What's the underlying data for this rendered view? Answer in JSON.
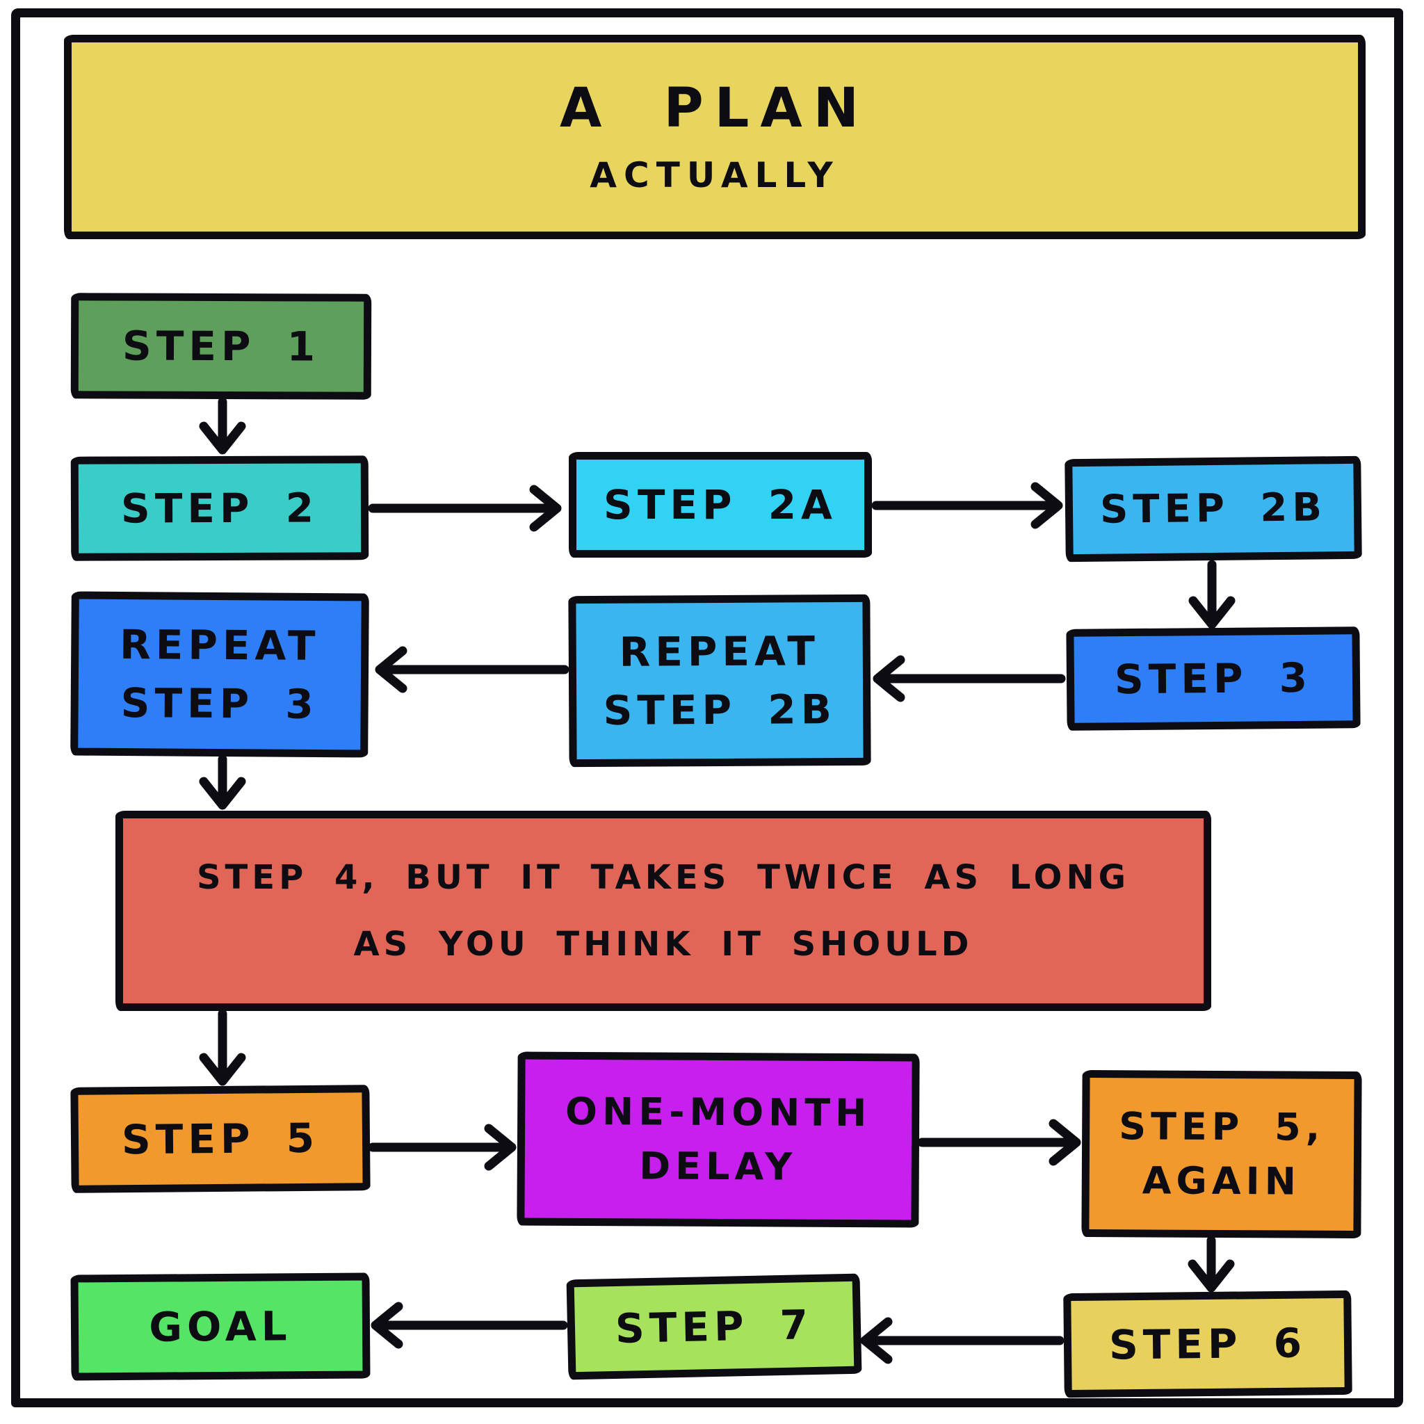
{
  "title": {
    "line1": "A PLAN",
    "line2": "ACTUALLY",
    "color": "#e7d55e"
  },
  "ink_color": "#0d0c12",
  "canvas_bg": "#ffffff",
  "nodes": {
    "step1": {
      "label": "STEP 1",
      "color": "#5f9f5c"
    },
    "step2": {
      "label": "STEP 2",
      "color": "#3accc6"
    },
    "step2a": {
      "label": "STEP 2A",
      "color": "#32d2f5"
    },
    "step2b": {
      "label": "STEP 2B",
      "color": "#3ab5f0"
    },
    "repeat_step3": {
      "label": "REPEAT\nSTEP 3",
      "color": "#2e7ef7"
    },
    "repeat_step2b": {
      "label": "REPEAT\nSTEP 2B",
      "color": "#3ab5f0"
    },
    "step3": {
      "label": "STEP 3",
      "color": "#2e7ef7"
    },
    "step4": {
      "label": "STEP 4, BUT IT TAKES TWICE AS LONG\nAS YOU THINK IT SHOULD",
      "color": "#e16658"
    },
    "step5": {
      "label": "STEP 5",
      "color": "#f2992e"
    },
    "delay": {
      "label": "ONE-MONTH\nDELAY",
      "color": "#c71fee"
    },
    "step5_again": {
      "label": "STEP 5,\nAGAIN",
      "color": "#f2992e"
    },
    "step6": {
      "label": "STEP 6",
      "color": "#e7d05c"
    },
    "step7": {
      "label": "STEP 7",
      "color": "#a7e25c"
    },
    "goal": {
      "label": "GOAL",
      "color": "#56e467"
    }
  },
  "edges": [
    {
      "from": "step1",
      "to": "step2"
    },
    {
      "from": "step2",
      "to": "step2a"
    },
    {
      "from": "step2a",
      "to": "step2b"
    },
    {
      "from": "step2b",
      "to": "step3"
    },
    {
      "from": "step3",
      "to": "repeat_step2b"
    },
    {
      "from": "repeat_step2b",
      "to": "repeat_step3"
    },
    {
      "from": "repeat_step3",
      "to": "step4"
    },
    {
      "from": "step4",
      "to": "step5"
    },
    {
      "from": "step5",
      "to": "delay"
    },
    {
      "from": "delay",
      "to": "step5_again"
    },
    {
      "from": "step5_again",
      "to": "step6"
    },
    {
      "from": "step6",
      "to": "step7"
    },
    {
      "from": "step7",
      "to": "goal"
    }
  ]
}
